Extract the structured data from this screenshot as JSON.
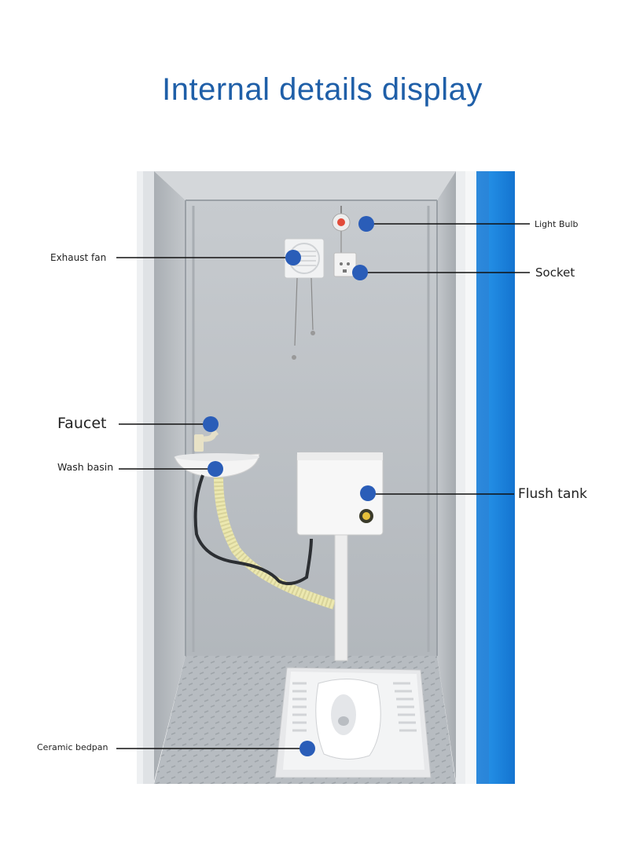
{
  "title": "Internal details display",
  "labels": {
    "light_bulb": "Light Bulb",
    "exhaust_fan": "Exhaust fan",
    "socket": "Socket",
    "faucet": "Faucet",
    "wash_basin": "Wash basin",
    "flush_tank": "Flush tank",
    "ceramic_bedpan": "Ceramic bedpan"
  },
  "colors": {
    "title": "#1f5fa8",
    "marker": "#2a5db8",
    "door_blue": "#1c8be0",
    "wall": "#b9bec3"
  }
}
